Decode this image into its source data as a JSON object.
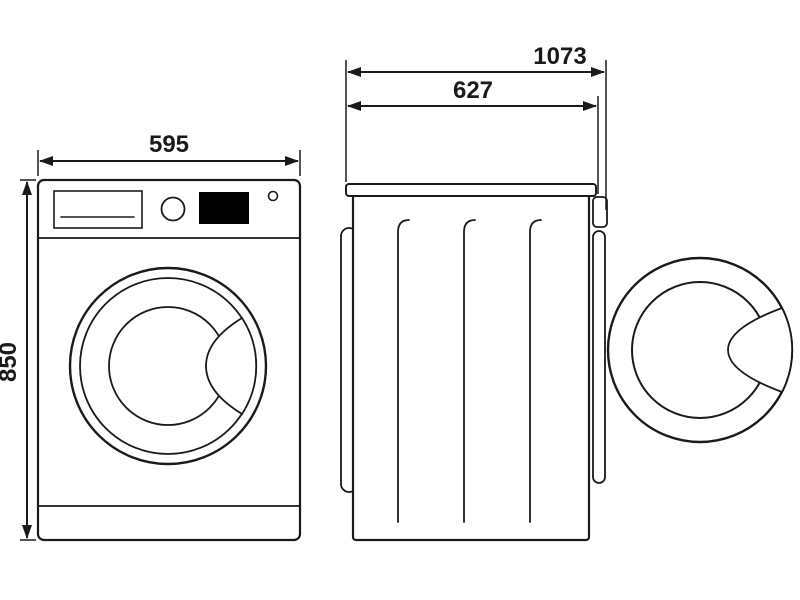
{
  "diagram": {
    "type": "washing-machine-dimension-drawing",
    "views": {
      "front": "front-view",
      "side": "side-view-door-open"
    }
  },
  "dimensions": {
    "front_width": "595",
    "front_height": "850",
    "side_depth_total": "1073",
    "side_depth_body": "627"
  },
  "colors": {
    "line": "#1a1a1a",
    "background": "#ffffff",
    "display": "#000000"
  }
}
